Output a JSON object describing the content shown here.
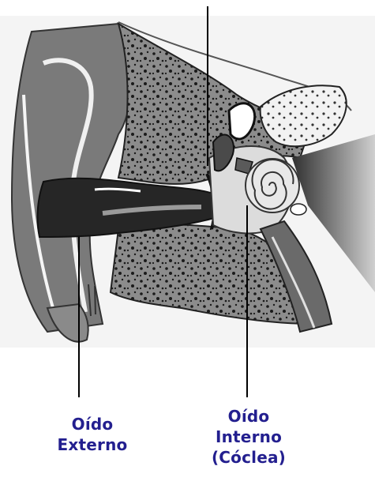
{
  "labels": {
    "outer": {
      "line1": "Oído",
      "line2": "Externo"
    },
    "inner": {
      "line1": "Oído",
      "line2": "Interno",
      "line3": "(Cóclea)"
    }
  },
  "colors": {
    "label_text": "#231f8f",
    "leader_line": "#000000",
    "soft_tissue": "#6e6e6e",
    "bone_speckled": "#8a8a8a",
    "ear_canal_dark": "#262626",
    "cochlea_light": "#e8e8e8"
  },
  "image_subject": "ear-anatomy-cross-section"
}
